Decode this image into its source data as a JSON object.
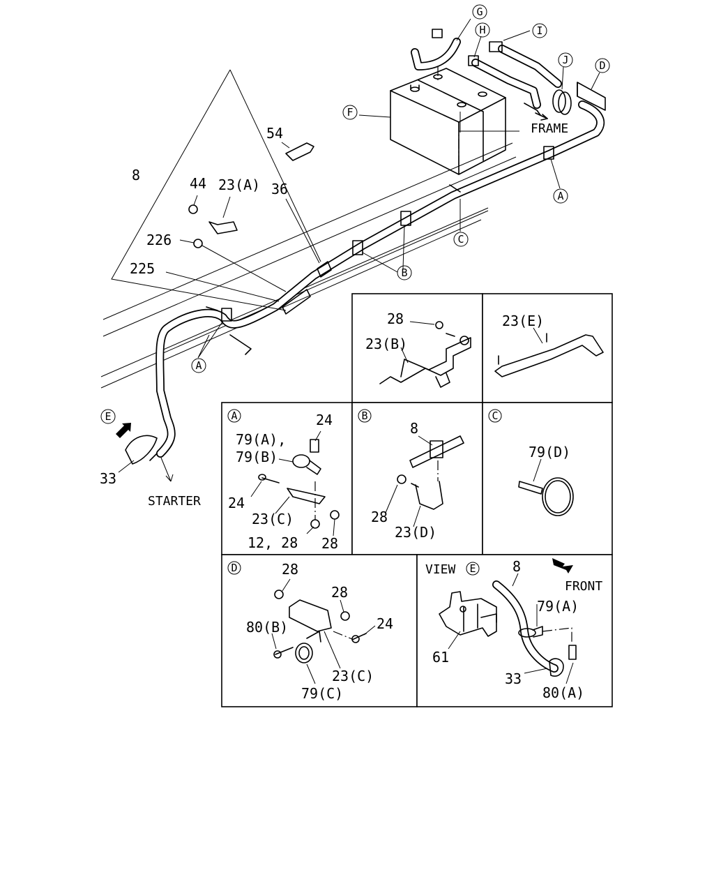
{
  "diagram": {
    "main": {
      "part_labels": {
        "p54": "54",
        "p8": "8",
        "p44": "44",
        "p23a": "23(A)",
        "p36": "36",
        "p226": "226",
        "p225": "225",
        "p33": "33"
      },
      "callouts": {
        "g": "G",
        "h": "H",
        "i": "I",
        "j": "J",
        "d": "D",
        "f": "F",
        "a1": "A",
        "c": "C",
        "b": "B",
        "a2": "A",
        "e": "E"
      },
      "notes": {
        "frame": "FRAME",
        "starter": "STARTER"
      }
    },
    "detail_b2": {
      "labels": [
        "28",
        "23(B)"
      ]
    },
    "detail_e": {
      "labels": [
        "23(E)"
      ]
    },
    "detail_a": {
      "tag": "A",
      "labels": {
        "l24a": "24",
        "l79": "79(A),",
        "l79b": "79(B)",
        "l24b": "24",
        "l23c": "23(C)",
        "l1228": "12, 28",
        "l28": "28"
      }
    },
    "detail_b": {
      "tag": "B",
      "labels": {
        "l8": "8",
        "l28": "28",
        "l23d": "23(D)"
      }
    },
    "detail_c": {
      "tag": "C",
      "labels": {
        "l79d": "79(D)"
      }
    },
    "detail_d": {
      "tag": "D",
      "labels": {
        "l28a": "28",
        "l28b": "28",
        "l80b": "80(B)",
        "l24": "24",
        "l23c": "23(C)",
        "l79c": "79(C)"
      }
    },
    "view_e": {
      "title": "VIEW",
      "tag": "E",
      "front": "FRONT",
      "labels": {
        "l8": "8",
        "l79a": "79(A)",
        "l61": "61",
        "l33": "33",
        "l80a": "80(A)"
      }
    }
  }
}
